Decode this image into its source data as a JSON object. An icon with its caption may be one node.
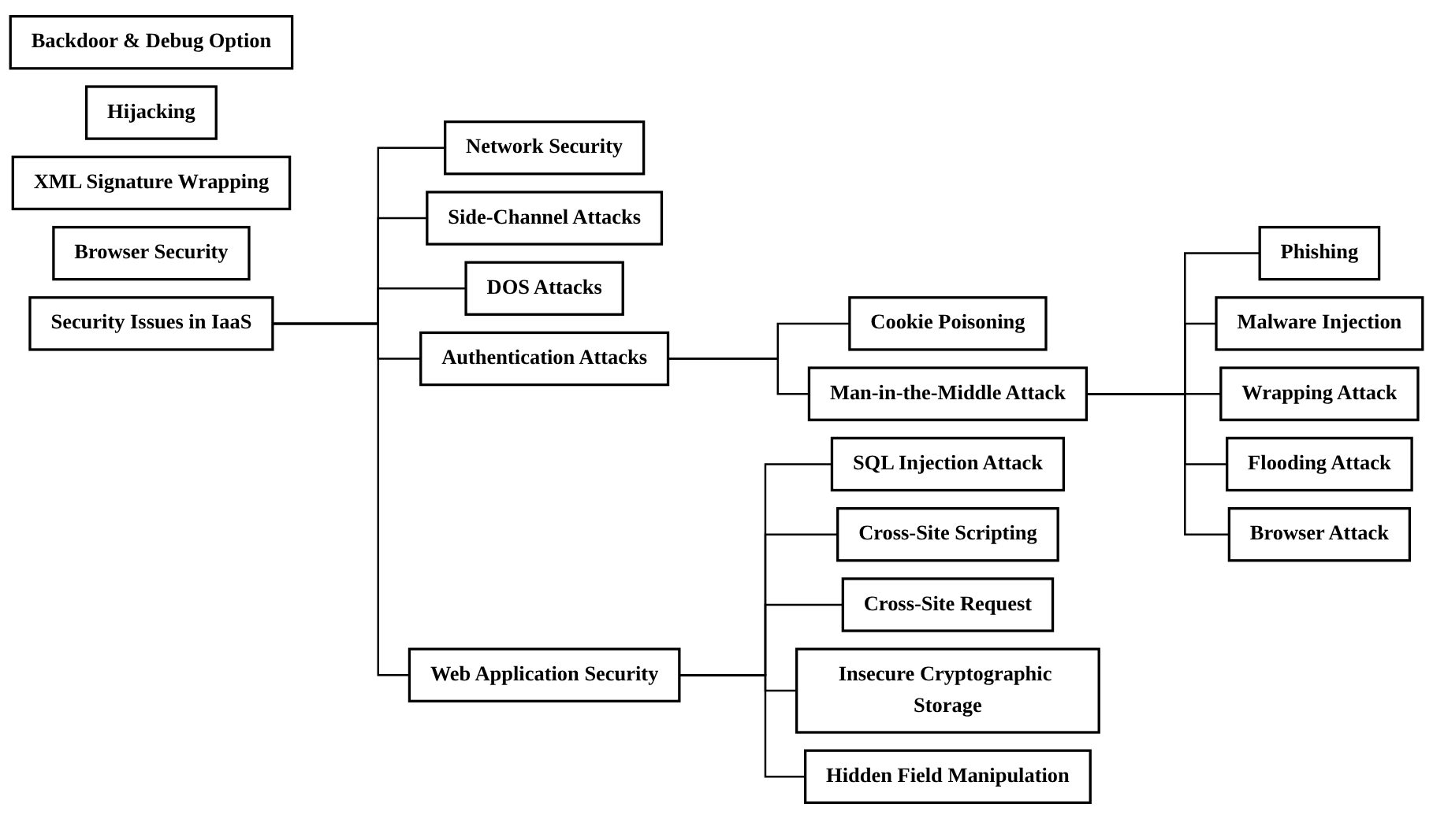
{
  "diagram": {
    "nodes": [
      {
        "text": [
          "Security Issues in IaaS"
        ]
      },
      {
        "text": [
          "Network Security"
        ]
      },
      {
        "text": [
          "Side-Channel Attacks"
        ]
      },
      {
        "text": [
          "DOS Attacks"
        ]
      },
      {
        "text": [
          "Authentication Attacks"
        ]
      },
      {
        "text": [
          "Web Application Security"
        ]
      },
      {
        "text": [
          "Cookie Poisoning"
        ]
      },
      {
        "text": [
          "Man-in-the-Middle Attack"
        ]
      },
      {
        "text": [
          "Phishing"
        ]
      },
      {
        "text": [
          "Malware Injection"
        ]
      },
      {
        "text": [
          "Wrapping Attack"
        ]
      },
      {
        "text": [
          "Flooding Attack"
        ]
      },
      {
        "text": [
          "Browser Attack"
        ]
      },
      {
        "text": [
          "SQL Injection Attack"
        ]
      },
      {
        "text": [
          "Cross-Site Scripting"
        ]
      },
      {
        "text": [
          "Cross-Site Request"
        ]
      },
      {
        "text": [
          "Insecure Cryptographic Storage"
        ]
      },
      {
        "text": [
          "Hidden Field Manipulation"
        ]
      },
      {
        "text": [
          "Backdoor & Debug Option"
        ]
      },
      {
        "text": [
          "Hijacking"
        ]
      },
      {
        "text": [
          "XML Signature Wrapping"
        ]
      },
      {
        "text": [
          "Browser Security"
        ]
      }
    ],
    "edges": [
      {
        "from": 0,
        "to": 1,
        "arrow": "none"
      },
      {
        "from": 0,
        "to": 2,
        "arrow": "none"
      },
      {
        "from": 0,
        "to": 3,
        "arrow": "none"
      },
      {
        "from": 0,
        "to": 4,
        "arrow": "none"
      },
      {
        "from": 0,
        "to": 5,
        "arrow": "none"
      },
      {
        "from": 4,
        "to": 6,
        "arrow": "none"
      },
      {
        "from": 4,
        "to": 7,
        "arrow": "none"
      },
      {
        "from": 7,
        "to": 8,
        "arrow": "none"
      },
      {
        "from": 7,
        "to": 9,
        "arrow": "none"
      },
      {
        "from": 7,
        "to": 10,
        "arrow": "none"
      },
      {
        "from": 7,
        "to": 11,
        "arrow": "none"
      },
      {
        "from": 7,
        "to": 12,
        "arrow": "none"
      },
      {
        "from": 5,
        "to": 13,
        "arrow": "none"
      },
      {
        "from": 5,
        "to": 14,
        "arrow": "none"
      },
      {
        "from": 5,
        "to": 15,
        "arrow": "none"
      },
      {
        "from": 5,
        "to": 16,
        "arrow": "none"
      },
      {
        "from": 5,
        "to": 17,
        "arrow": "none"
      }
    ]
  }
}
